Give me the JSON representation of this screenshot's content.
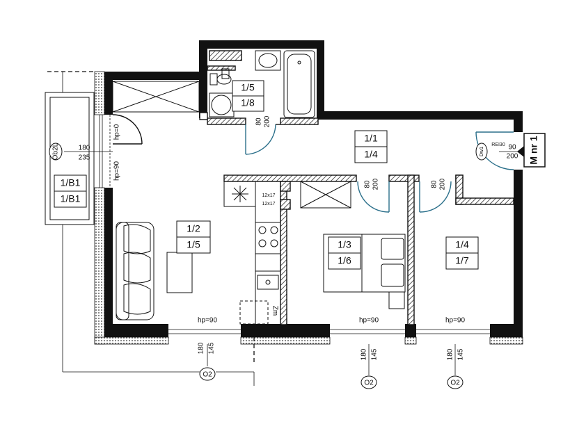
{
  "rooms": [
    {
      "id": "1.1",
      "top": "1/1",
      "bottom": "1/4"
    },
    {
      "id": "1.2",
      "top": "1/2",
      "bottom": "1/5"
    },
    {
      "id": "1.3",
      "top": "1/3",
      "bottom": "1/6"
    },
    {
      "id": "1.4",
      "top": "1/4",
      "bottom": "1/7"
    },
    {
      "id": "1.5",
      "top": "1/5",
      "bottom": "1/8"
    },
    {
      "id": "1b1",
      "top": "1/B1",
      "bottom": "1/B1"
    }
  ],
  "doors": {
    "bath": [
      "80",
      "200"
    ],
    "bed1": [
      "80",
      "200"
    ],
    "bed2": [
      "80",
      "200"
    ],
    "entry": [
      "90",
      "200"
    ]
  },
  "entry_label": "REI30",
  "windows": {
    "hp90": "hp=90",
    "dims": [
      "180",
      "145"
    ],
    "balcony_door": [
      "180",
      "235"
    ],
    "hp0": "hp=0",
    "hp90_side": "hp=90",
    "window_type": "O2",
    "balcony_type": "Ob2L"
  },
  "kitchen": {
    "vent1": "12x17",
    "vent2": "12x17",
    "fridge": "Zm"
  },
  "meter": {
    "dw": "Dw1",
    "meter_label": "M nr 1"
  }
}
